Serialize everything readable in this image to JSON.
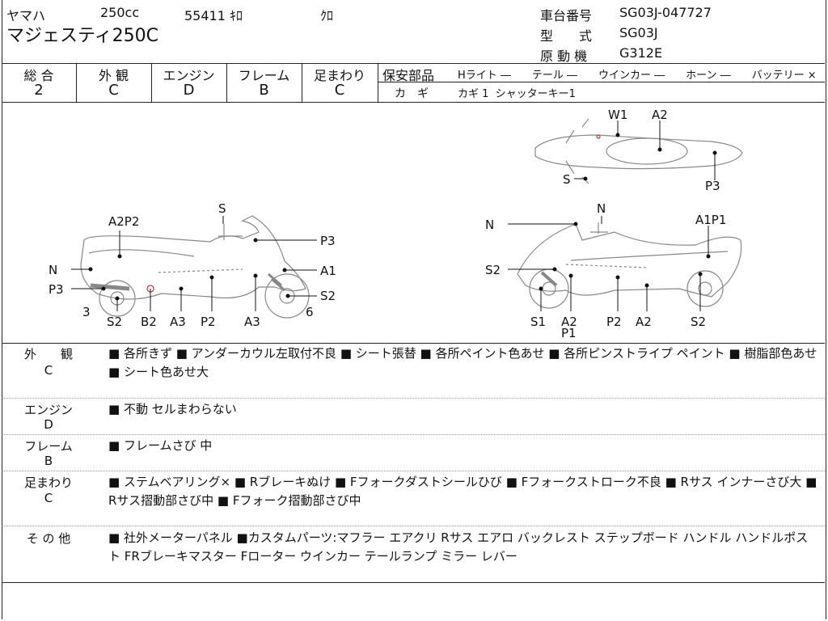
{
  "header": {
    "maker": "ヤマハ",
    "cc": "250cc",
    "mileage": "55411 ｷﾛ",
    "color": "ｸﾛ",
    "model": "マジェスティ250C",
    "frame_label": "車台番号",
    "frame_no": "SG03J-047727",
    "type_label": "型　　式",
    "type_no": "SG03J",
    "engine_label": "原 動 機",
    "engine_no": "G312E"
  },
  "grades": {
    "headers": [
      "総 合",
      "外 観",
      "エンジン",
      "フレーム",
      "足まわり"
    ],
    "values": [
      "2",
      "C",
      "D",
      "B",
      "C"
    ]
  },
  "safety": {
    "label": "保安部品",
    "items": "Hライト ―　　テール ―　　ウインカー ―　　ホーン ―　　バッテリー ×",
    "key_label": "カ　ギ",
    "key_value": "カギ 1  シャッターキー1"
  },
  "diagram_labels": {
    "left": [
      "S",
      "A2P2",
      "P3",
      "N",
      "A1",
      "P3",
      "S2",
      "3",
      "6",
      "S2",
      "B2",
      "A3",
      "P2",
      "A3"
    ],
    "right": [
      "W1",
      "A2",
      "S",
      "P3",
      "N",
      "N",
      "A1P1",
      "S2",
      "S1",
      "A2",
      "P1",
      "P2",
      "A2",
      "S2"
    ]
  },
  "sections": [
    {
      "label1": "外　　観",
      "label2": "C",
      "text": "■ 各所きず ■ アンダーカウル左取付不良 ■ シート張替 ■ 各所ペイント色あせ ■ 各所ピンストライプ ペイント ■ 樹脂部色あせ ■ シート色あせ大"
    },
    {
      "label1": "エンジン",
      "label2": "D",
      "text": "■ 不動 セルまわらない"
    },
    {
      "label1": "フレーム",
      "label2": "B",
      "text": "■ フレームさび 中"
    },
    {
      "label1": "足まわり",
      "label2": "C",
      "text": "■ ステムベアリング× ■ Rブレーキぬけ ■ Fフォークダストシールひび ■ Fフォークストローク不良 ■ Rサス インナーさび大 ■ Rサス摺動部さび中 ■ Fフォーク摺動部さび中"
    },
    {
      "label1": "そ の 他",
      "label2": "",
      "text": "■ 社外メーターパネル ■カスタムパーツ:マフラー エアクリ Rサス エアロ バックレスト ステップボード ハンドル ハンドルポスト FRブレーキマスター Fローター ウインカー テールランプ ミラー レバー"
    }
  ]
}
